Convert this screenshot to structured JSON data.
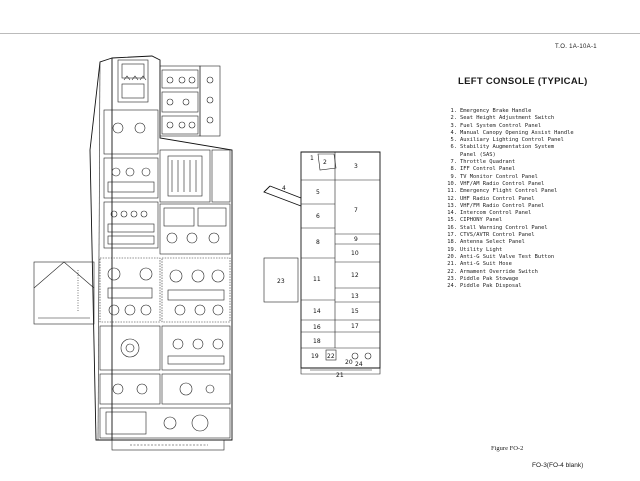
{
  "header": {
    "doc_number": "T.O. 1A-10A-1"
  },
  "title": "LEFT CONSOLE (TYPICAL)",
  "legend": [
    {
      "num": "1.",
      "label": "Emergency Brake Handle"
    },
    {
      "num": "2.",
      "label": "Seat Height Adjustment Switch"
    },
    {
      "num": "3.",
      "label": "Fuel System Control Panel"
    },
    {
      "num": "4.",
      "label": "Manual Canopy Opening Assist Handle"
    },
    {
      "num": "5.",
      "label": "Auxiliary Lighting Control Panel"
    },
    {
      "num": "6.",
      "label": "Stability Augmentation System"
    },
    {
      "num": "",
      "label": "Panel (SAS)"
    },
    {
      "num": "7.",
      "label": "Throttle Quadrant"
    },
    {
      "num": "8.",
      "label": "IFF Control Panel"
    },
    {
      "num": "9.",
      "label": "TV Monitor Control Panel"
    },
    {
      "num": "10.",
      "label": "VHF/AM Radio Control Panel"
    },
    {
      "num": "11.",
      "label": "Emergency Flight Control Panel"
    },
    {
      "num": "12.",
      "label": "UHF Radio Control Panel"
    },
    {
      "num": "13.",
      "label": "VHF/FM Radio Control Panel"
    },
    {
      "num": "14.",
      "label": "Intercom Control Panel"
    },
    {
      "num": "15.",
      "label": "CIPHONY Panel"
    },
    {
      "num": "16.",
      "label": "Stall Warning Control Panel"
    },
    {
      "num": "17.",
      "label": "CTVS/AVTR Control Panel"
    },
    {
      "num": "18.",
      "label": "Antenna Select Panel"
    },
    {
      "num": "19.",
      "label": "Utility Light"
    },
    {
      "num": "20.",
      "label": "Anti-G Suit Valve Test Button"
    },
    {
      "num": "21.",
      "label": "Anti-G Suit Hose"
    },
    {
      "num": "22.",
      "label": "Armament Override Switch"
    },
    {
      "num": "23.",
      "label": "Piddle Pak Stowage"
    },
    {
      "num": "24.",
      "label": "Piddle Pak Disposal"
    }
  ],
  "diagram_labels": {
    "n1": "1",
    "n2": "2",
    "n3": "3",
    "n4": "4",
    "n5": "5",
    "n6": "6",
    "n7": "7",
    "n8": "8",
    "n9": "9",
    "n10": "10",
    "n11": "11",
    "n12": "12",
    "n13": "13",
    "n14": "14",
    "n15": "15",
    "n16": "16",
    "n17": "17",
    "n18": "18",
    "n19": "19",
    "n20": "20",
    "n21": "21",
    "n22": "22",
    "n23": "23",
    "n24": "24"
  },
  "footer": {
    "figure": "Figure FO-2",
    "page": "FO-3(FO-4 blank)"
  }
}
